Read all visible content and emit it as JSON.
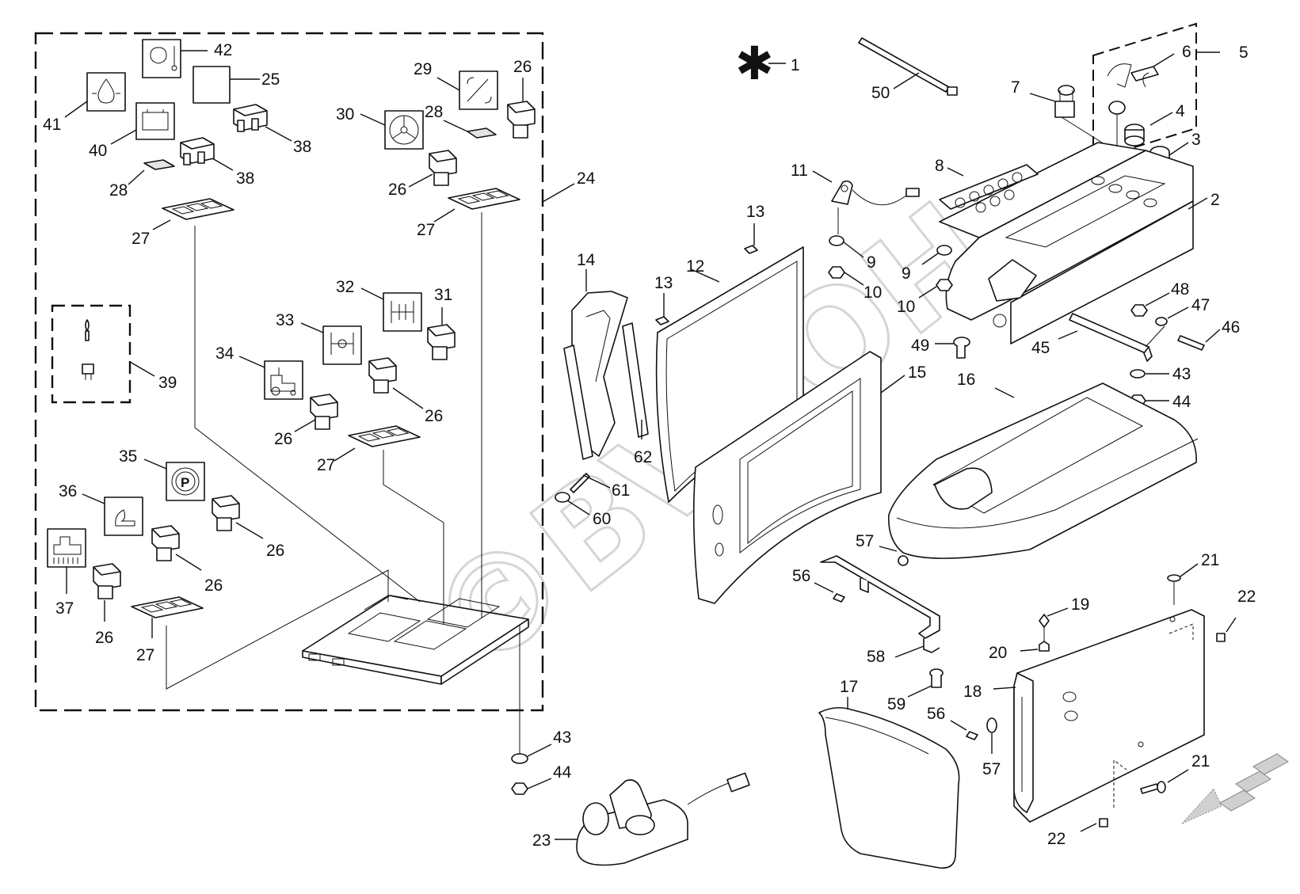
{
  "watermark": {
    "text": "©BVBOH",
    "color": "#c8c8c8"
  },
  "star_symbol": "✱",
  "labels": {
    "n1": "1",
    "n2": "2",
    "n3": "3",
    "n4": "4",
    "n5": "5",
    "n6": "6",
    "n7": "7",
    "n8": "8",
    "n9a": "9",
    "n9b": "9",
    "n10a": "10",
    "n10b": "10",
    "n11": "11",
    "n12": "12",
    "n13a": "13",
    "n13b": "13",
    "n14": "14",
    "n15": "15",
    "n16": "16",
    "n17": "17",
    "n18": "18",
    "n19": "19",
    "n20": "20",
    "n21a": "21",
    "n21b": "21",
    "n22a": "22",
    "n22b": "22",
    "n23": "23",
    "n24": "24",
    "n25": "25",
    "n26a": "26",
    "n26b": "26",
    "n26c": "26",
    "n26d": "26",
    "n26e": "26",
    "n26f": "26",
    "n26g": "26",
    "n27a": "27",
    "n27b": "27",
    "n27c": "27",
    "n27d": "27",
    "n28a": "28",
    "n28b": "28",
    "n29": "29",
    "n30": "30",
    "n31": "31",
    "n32": "32",
    "n33": "33",
    "n34": "34",
    "n35": "35",
    "n36": "36",
    "n37": "37",
    "n38a": "38",
    "n38b": "38",
    "n39": "39",
    "n40": "40",
    "n41": "41",
    "n42": "42",
    "n43a": "43",
    "n43b": "43",
    "n44a": "44",
    "n44b": "44",
    "n45": "45",
    "n46": "46",
    "n47": "47",
    "n48": "48",
    "n49": "49",
    "n50": "50",
    "n56a": "56",
    "n56b": "56",
    "n57a": "57",
    "n57b": "57",
    "n58": "58",
    "n59": "59",
    "n60": "60",
    "n61": "61",
    "n62": "62"
  },
  "icons": {
    "park_brake_letter": "P",
    "symbols": [
      "oil-pressure-icon",
      "coolant-temperature-icon",
      "battery-icon",
      "wrench-icon",
      "steering-wheel-icon",
      "axle-lock-icon",
      "four-wheel-drive-icon",
      "tractor-icon",
      "parking-brake-icon",
      "seat-icon",
      "harrow-icon",
      "bulb-icon",
      "fuse-icon"
    ]
  }
}
